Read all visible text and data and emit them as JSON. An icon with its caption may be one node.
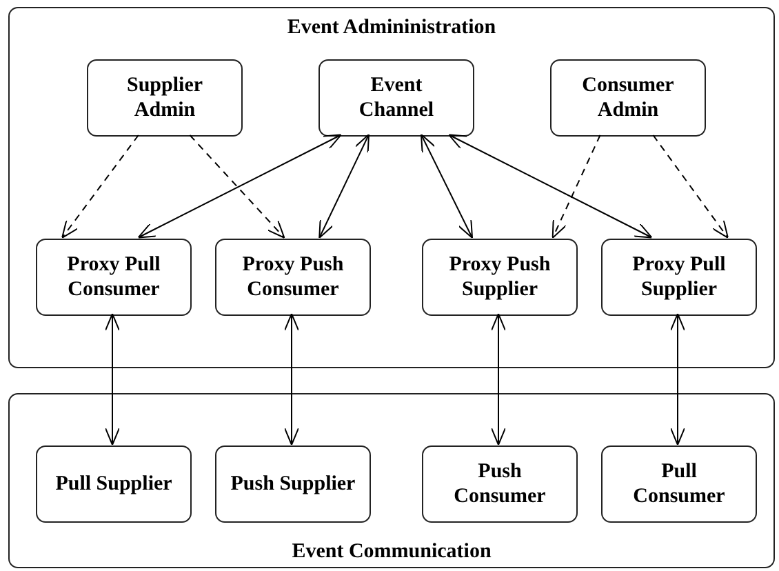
{
  "diagram": {
    "nodes": [
      {
        "text": [
          "Event Admininistration"
        ]
      },
      {
        "text": [
          "Supplier Admin"
        ],
        "in": 0
      },
      {
        "text": [
          "Event Channel"
        ],
        "in": 0
      },
      {
        "text": [
          "Consumer Admin"
        ],
        "in": 0
      },
      {
        "text": [
          "Proxy Pull Consumer"
        ],
        "in": 0
      },
      {
        "text": [
          "Proxy Push Consumer"
        ],
        "in": 0
      },
      {
        "text": [
          "Proxy Push Supplier"
        ],
        "in": 0
      },
      {
        "text": [
          "Proxy Pull Supplier"
        ],
        "in": 0
      },
      {
        "text": [
          "Event Communication"
        ]
      },
      {
        "text": [
          "Pull Supplier"
        ],
        "in": 8
      },
      {
        "text": [
          "Push Supplier"
        ],
        "in": 8
      },
      {
        "text": [
          "Push Consumer"
        ],
        "in": 8
      },
      {
        "text": [
          "Pull Consumer"
        ],
        "in": 8
      }
    ],
    "edges": [
      {
        "from": 1,
        "to": 4,
        "arrow": "to",
        "style": "dashed"
      },
      {
        "from": 1,
        "to": 5,
        "arrow": "to",
        "style": "dashed"
      },
      {
        "from": 2,
        "to": 4,
        "arrow": "both"
      },
      {
        "from": 2,
        "to": 5,
        "arrow": "both"
      },
      {
        "from": 2,
        "to": 6,
        "arrow": "both"
      },
      {
        "from": 2,
        "to": 7,
        "arrow": "both"
      },
      {
        "from": 3,
        "to": 6,
        "arrow": "to",
        "style": "dashed"
      },
      {
        "from": 3,
        "to": 7,
        "arrow": "to",
        "style": "dashed"
      },
      {
        "from": 4,
        "to": 9,
        "arrow": "both"
      },
      {
        "from": 5,
        "to": 10,
        "arrow": "both"
      },
      {
        "from": 6,
        "to": 11,
        "arrow": "both"
      },
      {
        "from": 7,
        "to": 12,
        "arrow": "both"
      }
    ]
  }
}
